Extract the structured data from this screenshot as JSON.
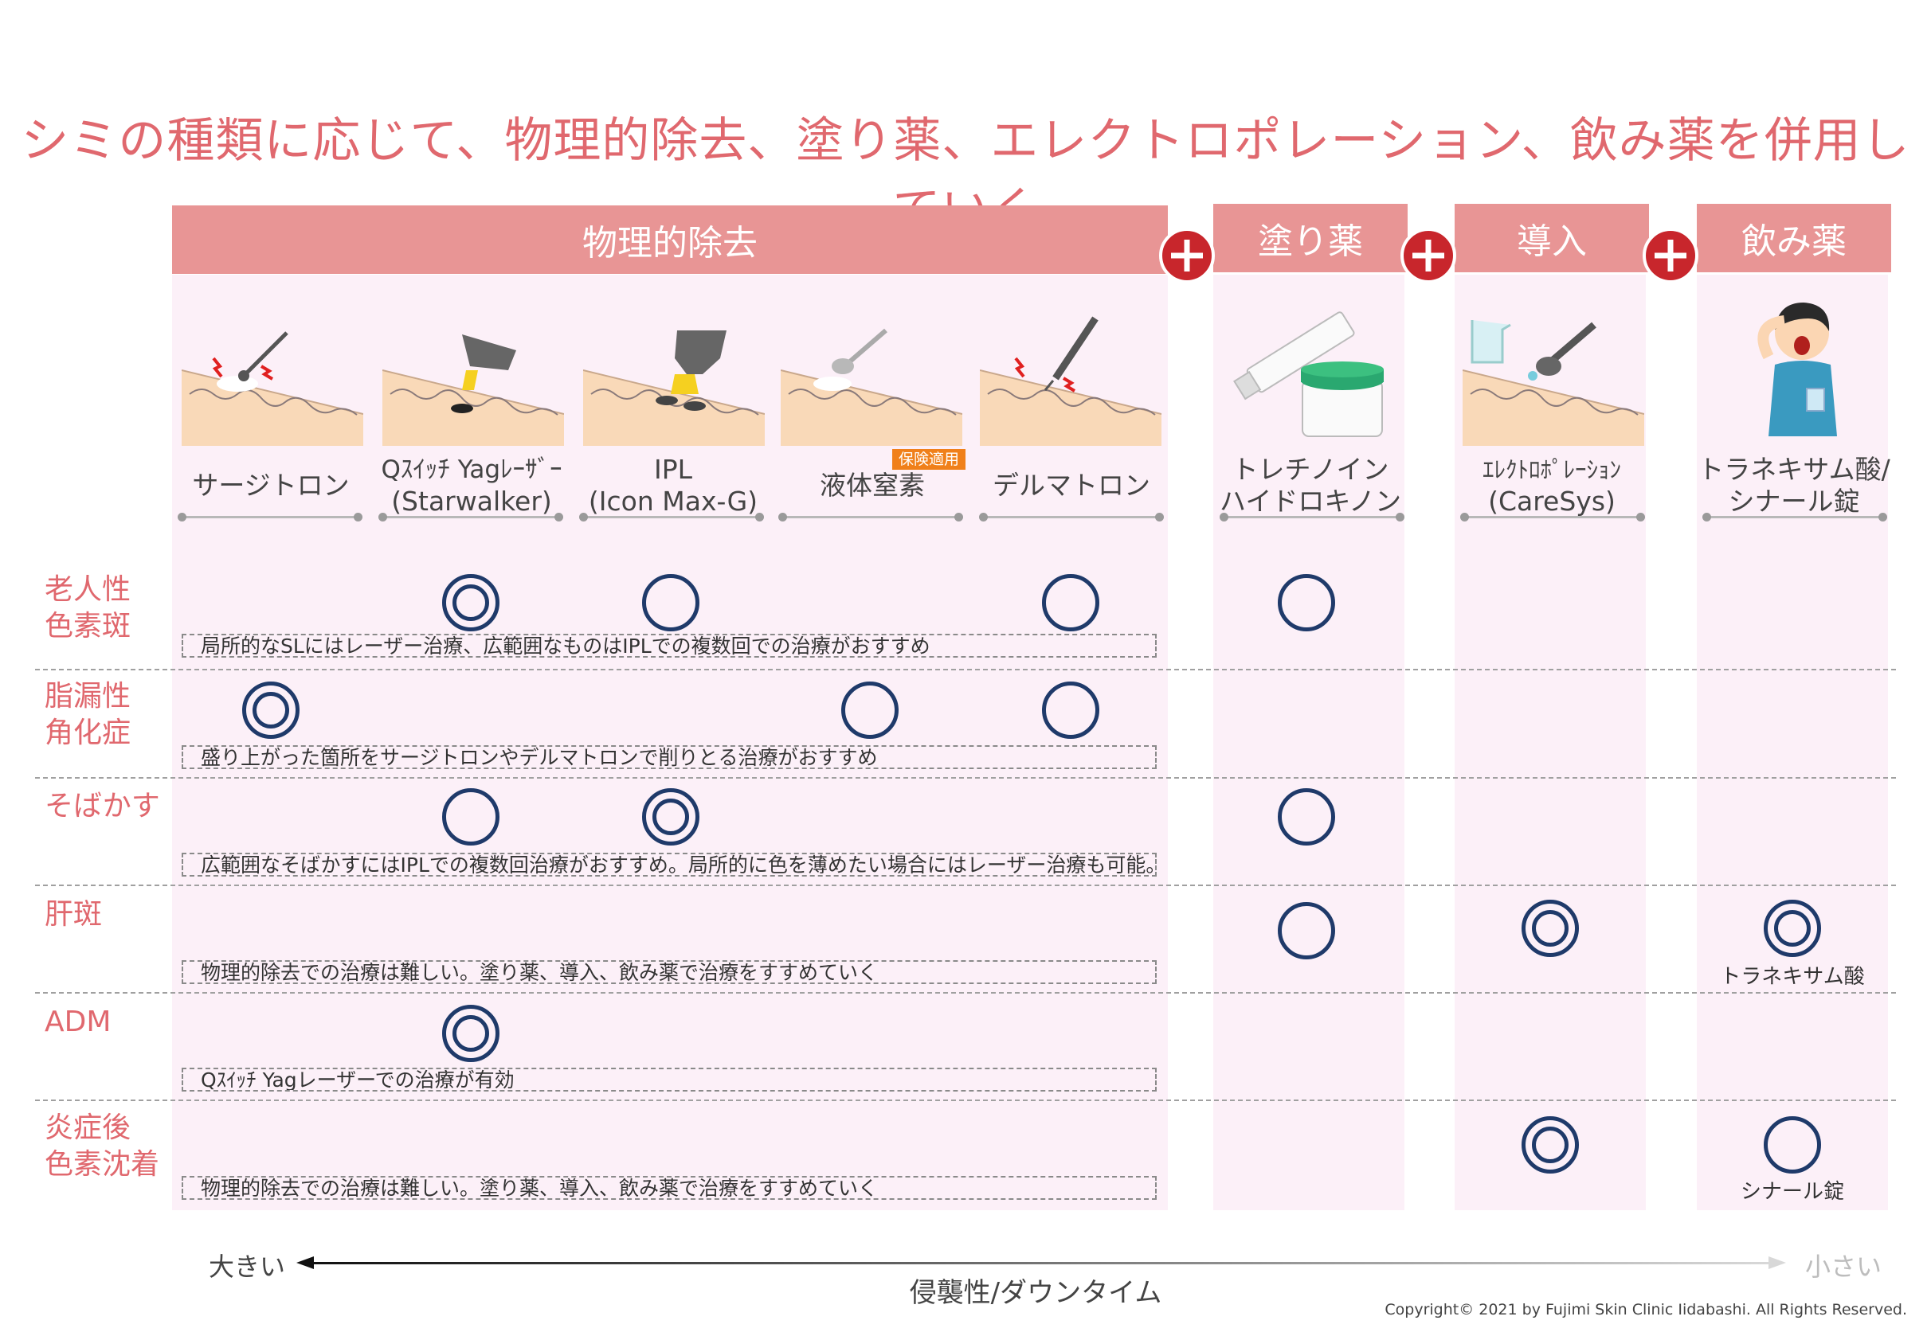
{
  "title": "シミの種類に応じて、物理的除去、塗り薬、エレクトロポレーション、飲み薬を併用していく",
  "categories": {
    "physical": "物理的除去",
    "topical": "塗り薬",
    "introduction": "導入",
    "oral": "飲み薬"
  },
  "treatments": {
    "surgitron": "サージトロン",
    "yag_line1": "Qｽｲｯﾁ Yagﾚｰｻﾞｰ",
    "yag_line2": "(Starwalker)",
    "ipl_line1": "IPL",
    "ipl_line2": "(Icon Max-G)",
    "nitrogen": "液体窒素",
    "nitrogen_badge": "保険適用",
    "dermatron": "デルマトロン",
    "topical_line1": "トレチノイン",
    "topical_line2": "ハイドロキノン",
    "electro_line1": "ｴﾚｸﾄﾛﾎﾟﾚｰｼｮﾝ",
    "electro_line2": "(CareSys)",
    "oral_line1": "トラネキサム酸/",
    "oral_line2": "シナール錠"
  },
  "rows": [
    {
      "label_1": "老人性",
      "label_2": "色素斑",
      "note": "局所的なSLにはレーザー治療、広範囲なものはIPLでの複数回での治療がおすすめ"
    },
    {
      "label_1": "脂漏性",
      "label_2": "角化症",
      "note": "盛り上がった箇所をサージトロンやデルマトロンで削りとる治療がおすすめ"
    },
    {
      "label_1": "そばかす",
      "label_2": "",
      "note": "広範囲なそばかすにはIPLでの複数回治療がおすすめ。局所的に色を薄めたい場合にはレーザー治療も可能。"
    },
    {
      "label_1": "肝斑",
      "label_2": "",
      "note": "物理的除去での治療は難しい。塗り薬、導入、飲み薬で治療をすすめていく"
    },
    {
      "label_1": "ADM",
      "label_2": "",
      "note": "Qｽｲｯﾁ Yagレーザーでの治療が有効"
    },
    {
      "label_1": "炎症後",
      "label_2": "色素沈着",
      "note": "物理的除去での治療は難しい。塗り薬、導入、飲み薬で治療をすすめていく"
    }
  ],
  "drug_notes": {
    "kanpan": "トラネキサム酸",
    "pih": "シナール錠"
  },
  "axis": {
    "left": "大きい",
    "right": "小さい",
    "label": "侵襲性/ダウンタイム"
  },
  "copyright": "Copyright© 2021 by Fujimi Skin Clinic Iidabashi. All Rights Reserved.",
  "colors": {
    "accent": "#e0686e",
    "header": "#e89595",
    "column_bg": "#fcf0f8",
    "plus": "#c8262c",
    "circle": "#1f3a6a",
    "badge": "#f0801a"
  }
}
